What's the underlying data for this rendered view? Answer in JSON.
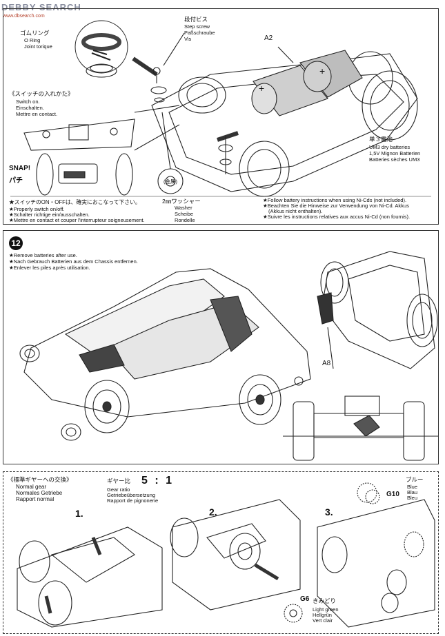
{
  "watermark": {
    "brand": "DEBBY SEARCH",
    "sub": "www.dbsearch.com"
  },
  "step11": {
    "oring": {
      "jp": "ゴムリング",
      "lines": [
        "O Ring",
        "Joint torique"
      ]
    },
    "stepscrew": {
      "jp": "段付ビス",
      "lines": [
        "Step screw",
        "Paßschraube",
        "Vis"
      ]
    },
    "a2_label": "A2",
    "switch": {
      "jp": "《スイッチの入れかた》",
      "lines": [
        "Switch on.",
        "Einschalten.",
        "Mettre en contact."
      ]
    },
    "snap": {
      "en": "SNAP!",
      "jp": "パチ"
    },
    "battery": {
      "jp": "単３電池",
      "lines": [
        "UM3 dry batteries",
        "1,5V Mignon Batterien",
        "Batteries sèches UM3"
      ]
    },
    "washer": {
      "mark": "(金属)",
      "jp": "2㎜ワッシャー",
      "lines": [
        "Washer",
        "Scheibe",
        "Rondelle"
      ]
    },
    "notes_left": [
      "★スイッチのON・OFFは、確実におこなって下さい。",
      "★Properly switch on/off.",
      "★Schalter richtige ein/ausschalten.",
      "★Mettre en contact et couper l'interrupteur soigneusement."
    ],
    "notes_right": [
      "★Follow battery instructions when using Ni-Cds (not included).",
      "★Beachten Sie die Hinweise zur Verwendung von Ni-Cd. Akkus",
      "(Akkus nicht enthalten).",
      "★Suivre les instructions relatives aux accus Ni-Cd (non fournis)."
    ]
  },
  "step12": {
    "number": "12",
    "notes": [
      "★Remove batteries after use.",
      "★Nach Gebrauch Batterien aus dem Chassis entfernen.",
      "★Enlever les piles après utilisation."
    ],
    "a8_label": "A8"
  },
  "gear": {
    "title_jp": "《標準ギヤーへの交換》",
    "title_lines": [
      "Normal gear",
      "Normales Getriebe",
      "Rapport normal"
    ],
    "ratio_jp": "ギヤー比",
    "ratio_value": "5 : 1",
    "ratio_lines": [
      "Gear ratio",
      "Getriebeübersetzung",
      "Rapport de pignonerie"
    ],
    "steps": [
      "1.",
      "2.",
      "3."
    ],
    "g10": {
      "code": "G10",
      "jp": "ブルー",
      "lines": [
        "Blue",
        "Blau",
        "Bleu"
      ]
    },
    "g6": {
      "code": "G6",
      "jp": "きみどり",
      "lines": [
        "Light green",
        "Hellgrün",
        "Vert clair"
      ]
    }
  }
}
